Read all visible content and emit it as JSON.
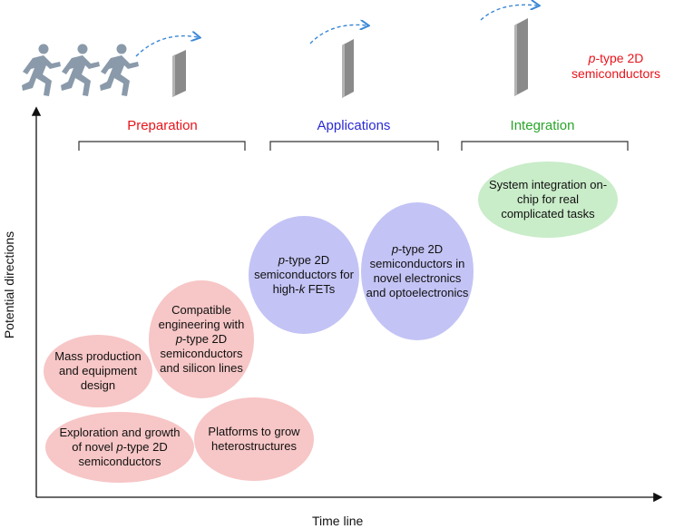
{
  "title": {
    "line1_italic": "p",
    "line1_rest": "-type 2D",
    "line2": "semiconductors",
    "color": "#e8141b"
  },
  "axes": {
    "x_label": "Time line",
    "y_label": "Potential directions"
  },
  "stages": [
    {
      "label": "Preparation",
      "color": "#e8141b"
    },
    {
      "label": "Applications",
      "color": "#2a2ad6"
    },
    {
      "label": "Integration",
      "color": "#2aa52a"
    }
  ],
  "colors": {
    "preparation_fill": "#f7c6c6",
    "applications_fill": "#c3c3f5",
    "integration_fill": "#c9ecc9",
    "wall": "#8a8a8a",
    "runner": "#8a9aaa",
    "arrow": "#3a88d6"
  },
  "icons": {
    "runner": "running-person-icon",
    "wall": "hurdle-wall-icon",
    "jump": "dashed-curved-arrow-icon"
  },
  "nodes": {
    "mass_production": {
      "lines": [
        "Mass production",
        "and equipment",
        "design"
      ]
    },
    "exploration": {
      "lines": [
        "Exploration and growth",
        "of novel {p}-type 2D",
        "semiconductors"
      ]
    },
    "compatible": {
      "lines": [
        "Compatible",
        "engineering with",
        "{p}-type 2D",
        "semiconductors",
        "and silicon lines"
      ]
    },
    "platforms": {
      "lines": [
        "Platforms to grow",
        "heterostructures"
      ]
    },
    "high_k": {
      "lines": [
        "{p}-type 2D",
        "semiconductors for",
        "high-{k} FETs"
      ]
    },
    "novel_electronics": {
      "lines": [
        "{p}-type 2D",
        "semiconductors in",
        "novel electronics",
        "and optoelectronics"
      ]
    },
    "system_integration": {
      "lines": [
        "System integration on-",
        "chip for real",
        "complicated tasks"
      ]
    }
  }
}
